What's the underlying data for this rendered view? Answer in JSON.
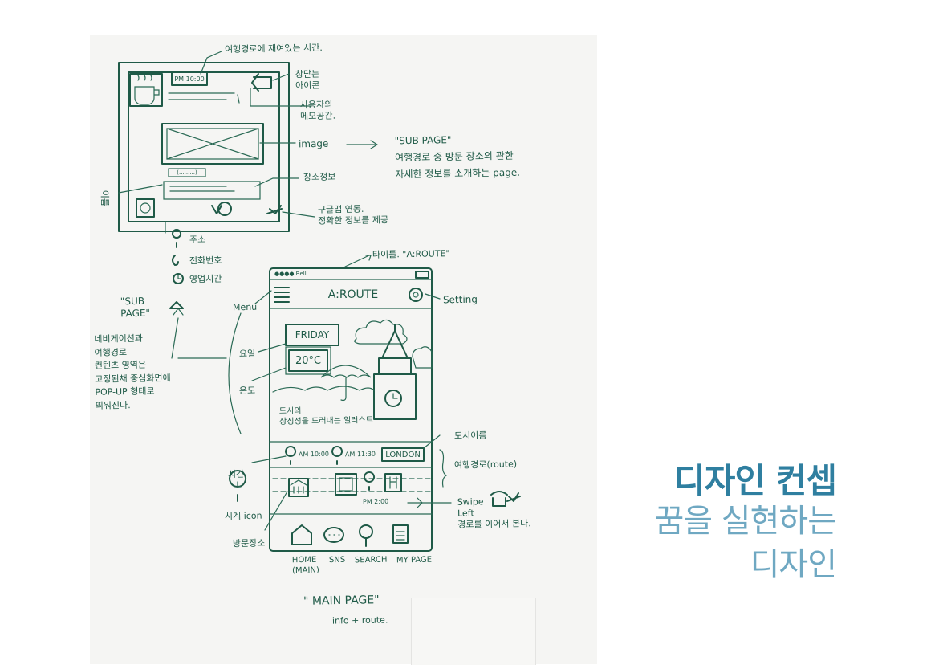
{
  "concept": {
    "title": "디자인 컨셉",
    "subtitle_line1": "꿈을 실현하는",
    "subtitle_line2": "디자인"
  },
  "sub_page_sketch": {
    "time_box": "PM 10:00",
    "place_box": "(.........)",
    "annotations": {
      "time_remaining": "여행경로에 재여있는 시간.",
      "close_icon": "창닫는\n아이콘",
      "memo": "사용자의\n메모공간.",
      "image": "image",
      "place_info": "장소정보",
      "name": "이름",
      "google_map": "구글맵 연동.\n정확한 정보를 제공",
      "address": "주소",
      "phone": "전화번호",
      "hours": "영업시간"
    },
    "sub_page_note": "\"SUB PAGE\"\n여행경로 중 방문 장소의 관한\n자세한 정보를 소개하는 page."
  },
  "main_page_sketch": {
    "status_bar": "●●●● Bell",
    "app_title": "A:ROUTE",
    "day": "FRIDAY",
    "temperature": "20°C",
    "city": "LONDON",
    "route_times": [
      "AM 10:00",
      "AM 11:30",
      "PM 2:00"
    ],
    "nav_items": [
      "HOME\n(MAIN)",
      "SNS",
      "SEARCH",
      "MY PAGE"
    ],
    "annotations": {
      "title": "타이틀. \"A:ROUTE\"",
      "setting": "Setting",
      "menu": "Menu",
      "day_label": "요일",
      "temp_label": "온도",
      "city_symbol": "도시의\n상징성을 드러내는 일러스트",
      "city_name": "도시이름",
      "route": "여행경로(route)",
      "swipe": "Swipe\nLeft\n경로를 이어서 본다.",
      "time": "시간",
      "clock_icon": "시계 icon",
      "visit_place": "방문장소",
      "sub_page_menu": "\"SUB\nPAGE\"",
      "menu_desc": "네비게이션과\n여행경로\n컨텐츠 영역은\n고정된채 중심화면에\nPOP-UP 형태로\n띄워진다."
    },
    "page_label": "\" MAIN  PAGE\"",
    "page_sublabel": "info + route."
  }
}
